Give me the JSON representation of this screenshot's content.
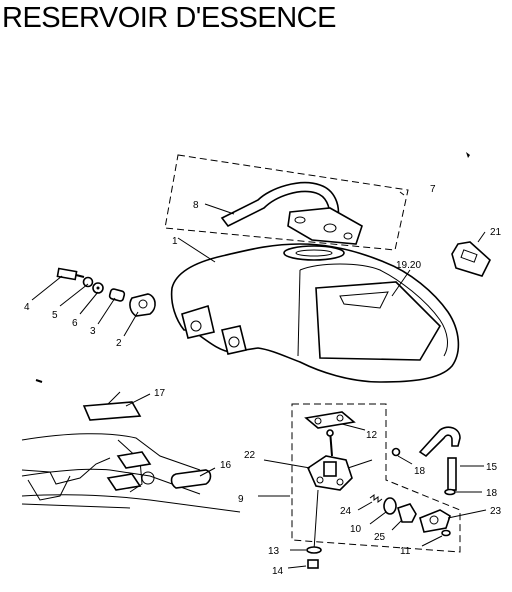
{
  "title": "RESERVOIR D'ESSENCE",
  "labels": {
    "l1": "1",
    "l2": "2",
    "l3": "3",
    "l4": "4",
    "l5": "5",
    "l6": "6",
    "l7": "7",
    "l8": "8",
    "l9": "9",
    "l10": "10",
    "l11": "11",
    "l12": "12",
    "l13": "13",
    "l14": "14",
    "l15": "15",
    "l16": "16",
    "l17": "17",
    "l18a": "18",
    "l18b": "18",
    "l19_20": "19.20",
    "l21": "21",
    "l22": "22",
    "l23": "23",
    "l24": "24",
    "l25": "25"
  }
}
